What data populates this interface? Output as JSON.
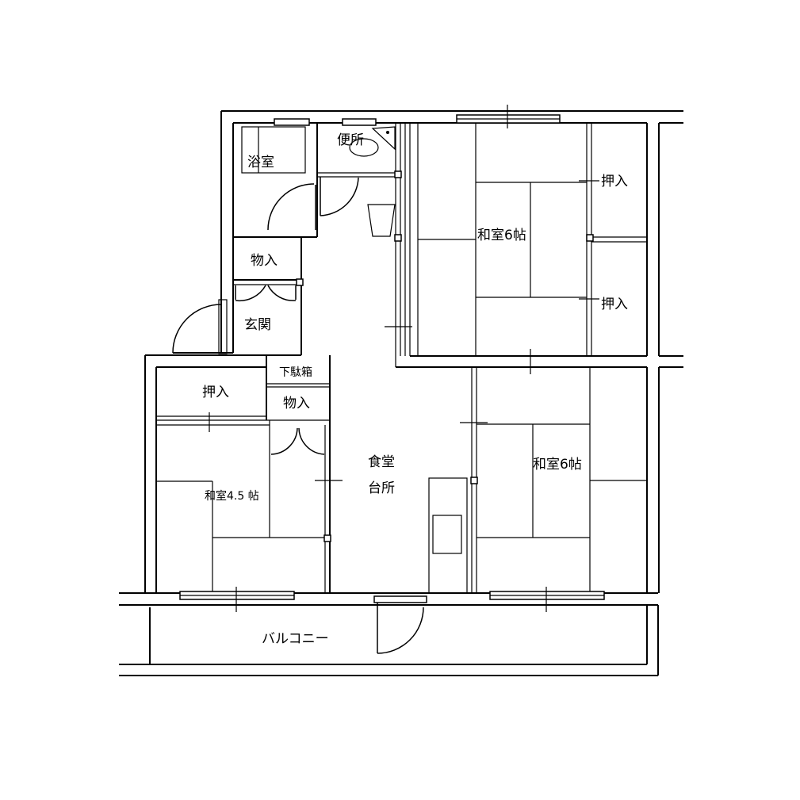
{
  "rooms": {
    "bath": "浴室",
    "toilet": "便所",
    "storage_top": "物入",
    "entrance": "玄関",
    "shoe_box": "下駄箱",
    "storage_mid": "物入",
    "closet_left": "押入",
    "japanese_small": "和室4.5 帖",
    "dining": "食堂",
    "kitchen": "台所",
    "japanese_top": "和室6帖",
    "closet_top_1": "押入",
    "closet_top_2": "押入",
    "japanese_right": "和室6帖",
    "balcony": "バルコニー"
  }
}
